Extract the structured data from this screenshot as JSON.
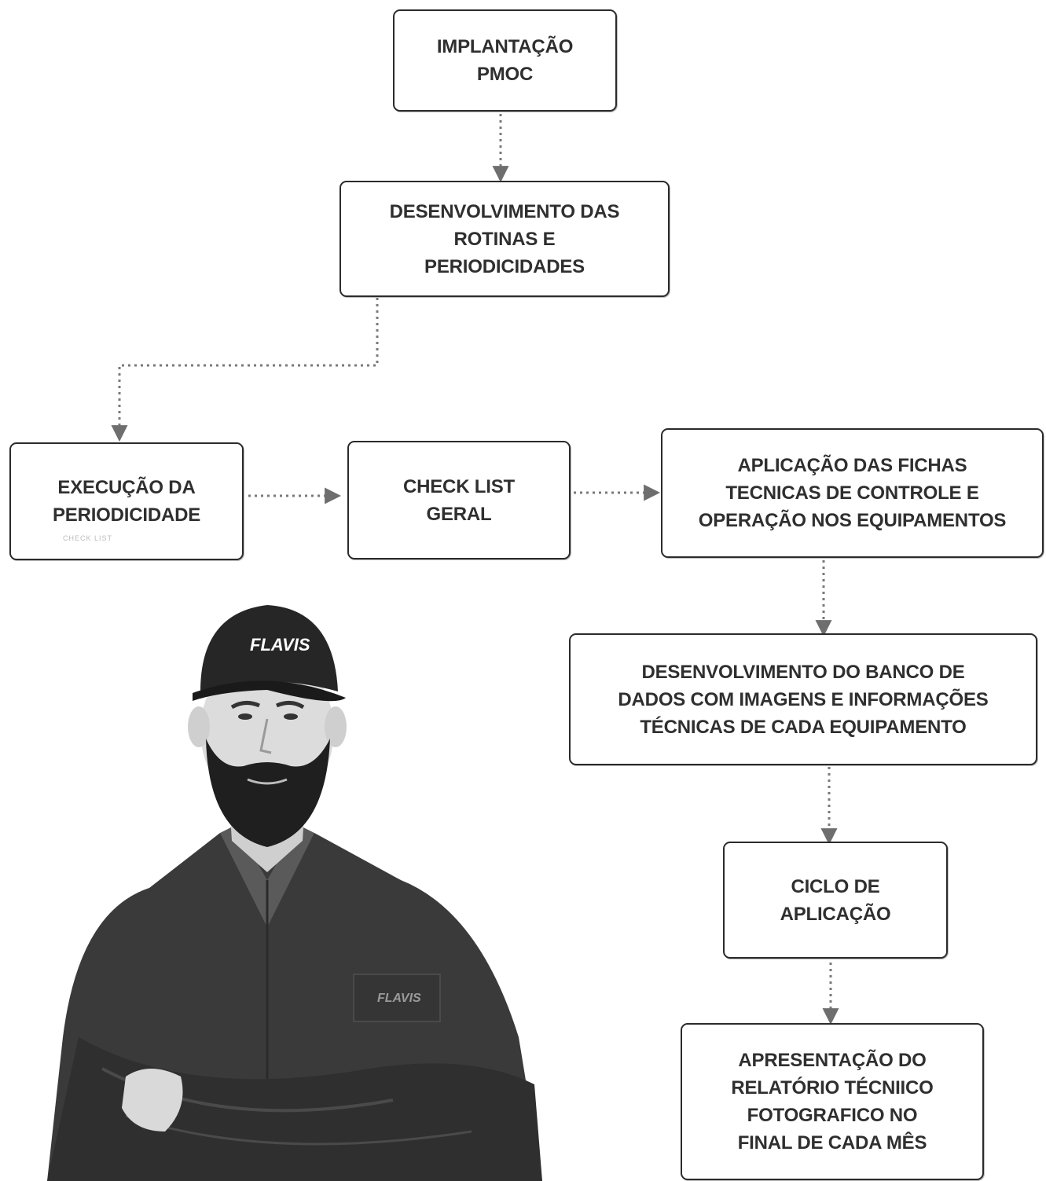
{
  "diagram": {
    "nodes": [
      {
        "id": "implantacao",
        "lines": [
          "IMPLANTAÇÃO",
          "PMOC"
        ]
      },
      {
        "id": "desenvolvimento-rotinas",
        "lines": [
          "DESENVOLVIMENTO DAS",
          "ROTINAS E",
          "PERIODICIDADES"
        ]
      },
      {
        "id": "execucao",
        "lines": [
          "EXECUÇÃO DA",
          "PERIODICIDADE"
        ]
      },
      {
        "id": "check-list",
        "lines": [
          "CHECK LIST",
          "GERAL"
        ]
      },
      {
        "id": "aplicacao-fichas",
        "lines": [
          "APLICAÇÃO DAS FICHAS",
          "TECNICAS DE CONTROLE E",
          "OPERAÇÃO NOS EQUIPAMENTOS"
        ]
      },
      {
        "id": "banco-dados",
        "lines": [
          "DESENVOLVIMENTO DO BANCO DE",
          "DADOS COM IMAGENS E INFORMAÇÕES",
          "TÉCNICAS DE CADA EQUIPAMENTO"
        ]
      },
      {
        "id": "ciclo",
        "lines": [
          "CICLO DE",
          "APLICAÇÃO"
        ]
      },
      {
        "id": "apresentacao",
        "lines": [
          "APRESENTAÇÃO DO",
          "RELATÓRIO TÉCNIICO",
          "FOTOGRAFICO NO",
          "FINAL DE CADA MÊS"
        ]
      }
    ],
    "edges": [
      {
        "from": "implantacao",
        "to": "desenvolvimento-rotinas"
      },
      {
        "from": "desenvolvimento-rotinas",
        "to": "execucao"
      },
      {
        "from": "execucao",
        "to": "check-list"
      },
      {
        "from": "check-list",
        "to": "aplicacao-fichas"
      },
      {
        "from": "aplicacao-fichas",
        "to": "banco-dados"
      },
      {
        "from": "banco-dados",
        "to": "ciclo"
      },
      {
        "from": "ciclo",
        "to": "apresentacao"
      }
    ]
  },
  "faint_text": "CHECK LIST",
  "photo": {
    "cap_logo": "FLAVIS",
    "shirt_logo": "FLAVIS"
  },
  "colors": {
    "border": "#2b2b2b",
    "text": "#2f2f2f",
    "connector": "#7a7a7a"
  }
}
